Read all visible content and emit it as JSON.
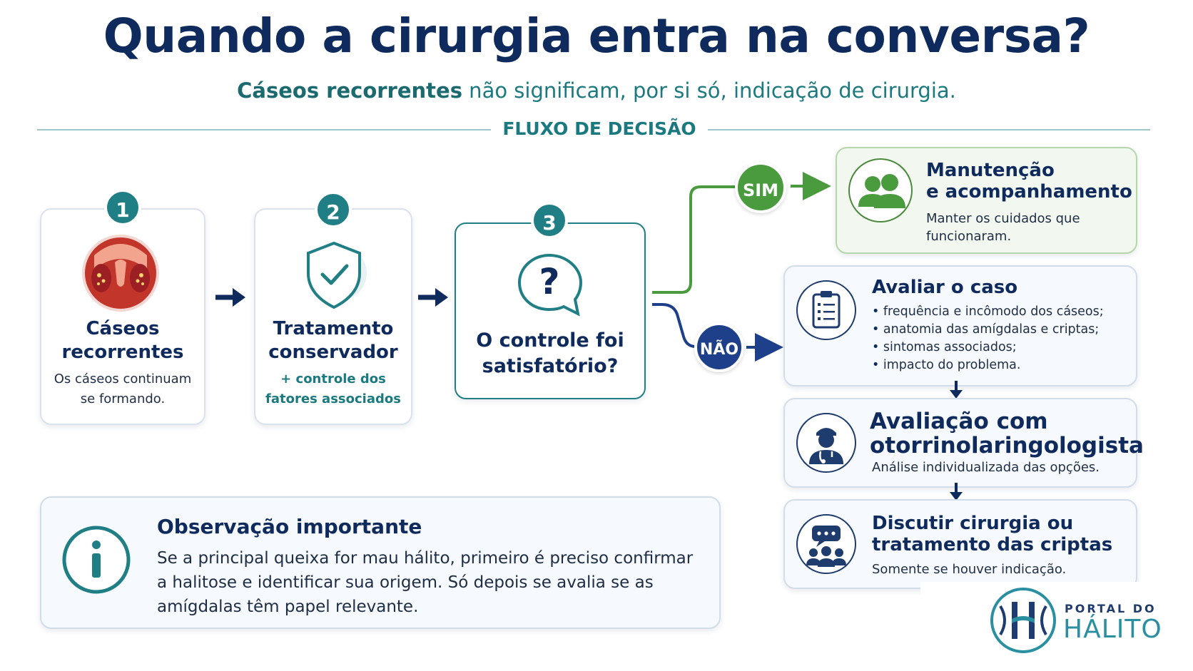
{
  "title": "Quando a cirurgia entra na conversa?",
  "subtitle": {
    "highlight": "Cáseos recorrentes",
    "rest": " não significam, por si só, indicação de cirurgia."
  },
  "section_label": "FLUXO DE DECISÃO",
  "steps": [
    {
      "number": "1",
      "title_line1": "Cáseos",
      "title_line2": "recorrentes",
      "text_line1": "Os cáseos continuam",
      "text_line2": "se formando."
    },
    {
      "number": "2",
      "title_line1": "Tratamento",
      "title_line2": "conservador",
      "text_line1": "+ controle dos",
      "text_line2": "fatores associados"
    },
    {
      "number": "3",
      "title_line1": "O controle foi",
      "title_line2": "satisfatório?"
    }
  ],
  "branches": {
    "yes": "SIM",
    "no": "NÃO"
  },
  "outcome_yes": {
    "title_line1": "Manutenção",
    "title_line2": "e acompanhamento",
    "text_line1": "Manter os cuidados que",
    "text_line2": "funcionaram."
  },
  "evaluate": {
    "title": "Avaliar o caso",
    "items": [
      "frequência e incômodo dos cáseos;",
      "anatomia das amígdalas e criptas;",
      "sintomas associados;",
      "impacto do problema."
    ]
  },
  "ent": {
    "title_line1": "Avaliação com",
    "title_line2": "otorrinolaringologista",
    "text": "Análise individualizada das opções."
  },
  "discuss": {
    "title_line1": "Discutir cirurgia ou",
    "title_line2": "tratamento das criptas",
    "text": "Somente se houver indicação."
  },
  "note": {
    "title": "Observação importante",
    "line1": "Se a principal queixa for mau hálito, primeiro é preciso confirmar",
    "line2": "a halitose e identificar sua origem. Só depois se avalia se as",
    "line3": "amígdalas têm papel relevante."
  },
  "logo": {
    "top": "PORTAL DO",
    "main": "HÁLITO"
  },
  "colors": {
    "navy": "#0f2a5c",
    "teal": "#1f7f85",
    "green": "#4a9a3e",
    "blue_badge": "#1e3f8a"
  },
  "icons": [
    "throat-icon",
    "shield-check-icon",
    "question-bubble-icon",
    "people-icon",
    "clipboard-icon",
    "doctor-icon",
    "discussion-icon",
    "info-icon",
    "arrow-right-icon",
    "arrow-down-icon"
  ]
}
